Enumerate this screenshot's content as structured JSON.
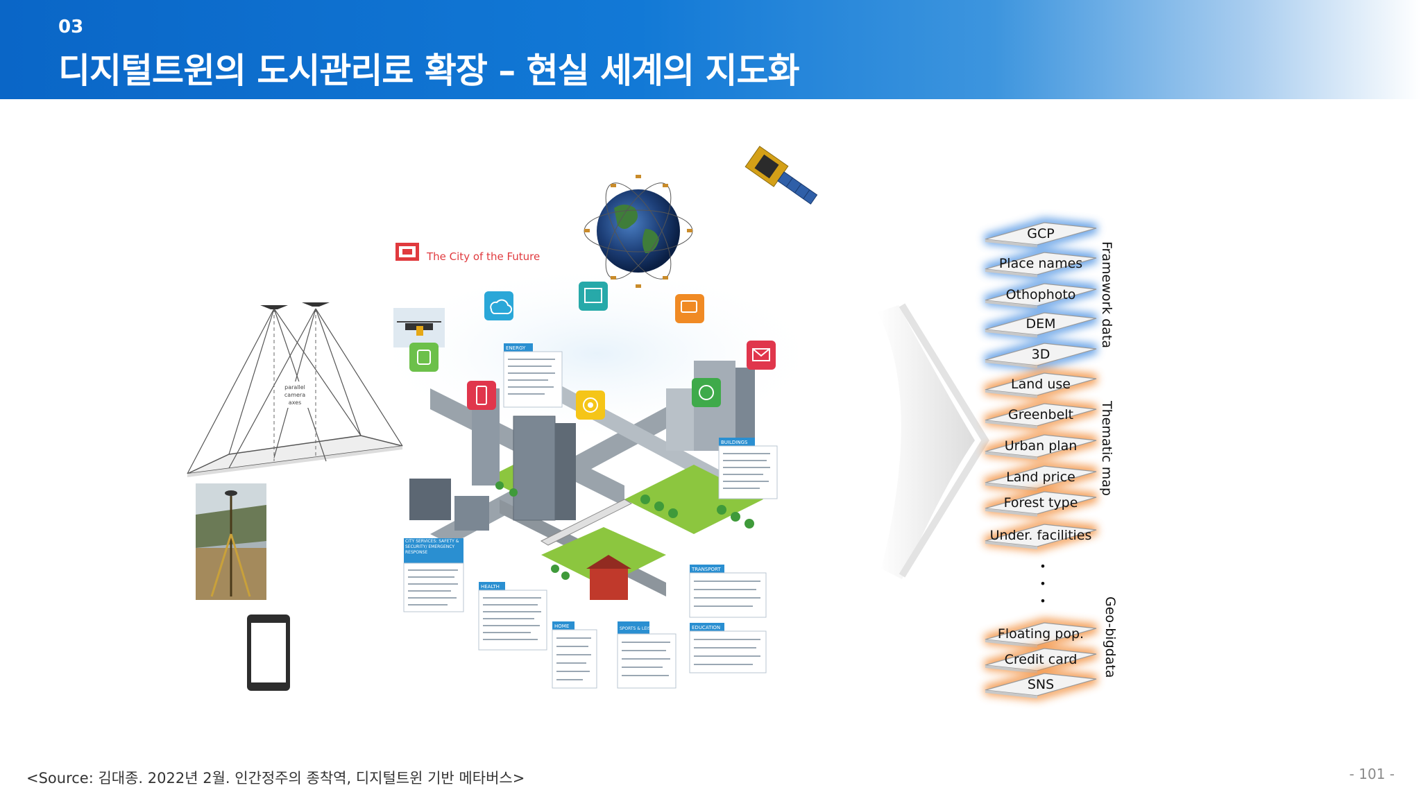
{
  "header": {
    "section_number": "03",
    "title": "디지털트윈의 도시관리로 확장 – 현실 세계의 지도화"
  },
  "figure": {
    "camera_label": [
      "parallel",
      "camera",
      "axes"
    ],
    "city_title": "The City of the Future",
    "city_callouts": [
      "ENERGY",
      "BUILDINGS",
      "CITY SERVICES: SAFETY & SECURITY/ EMERGENCY RESPONSE",
      "HEALTH",
      "HOME",
      "SPORTS & LEISURE",
      "EDUCATION",
      "TRANSPORT"
    ],
    "layer_groups": [
      {
        "name": "Framework data",
        "layers": [
          "GCP",
          "Place names",
          "Othophoto",
          "DEM",
          "3D"
        ]
      },
      {
        "name": "Thematic map",
        "layers": [
          "Land use",
          "Greenbelt",
          "Urban plan",
          "Land price",
          "Forest type",
          "Under. facilities"
        ]
      },
      {
        "name": "Geo-bigdata",
        "layers": [
          "Floating pop.",
          "Credit card",
          "SNS"
        ]
      }
    ],
    "ellipsis": "•"
  },
  "footer": {
    "source": "<Source: 김대종. 2022년 2월. 인간정주의 종착역, 디지털트윈 기반 메타버스>",
    "page_number": "- 101 -"
  },
  "colors": {
    "header_blue": "#0a66c7",
    "framework_glow": "#4a90e2",
    "thematic_glow": "#f28c38",
    "bigdata_glow": "#f28c38"
  }
}
